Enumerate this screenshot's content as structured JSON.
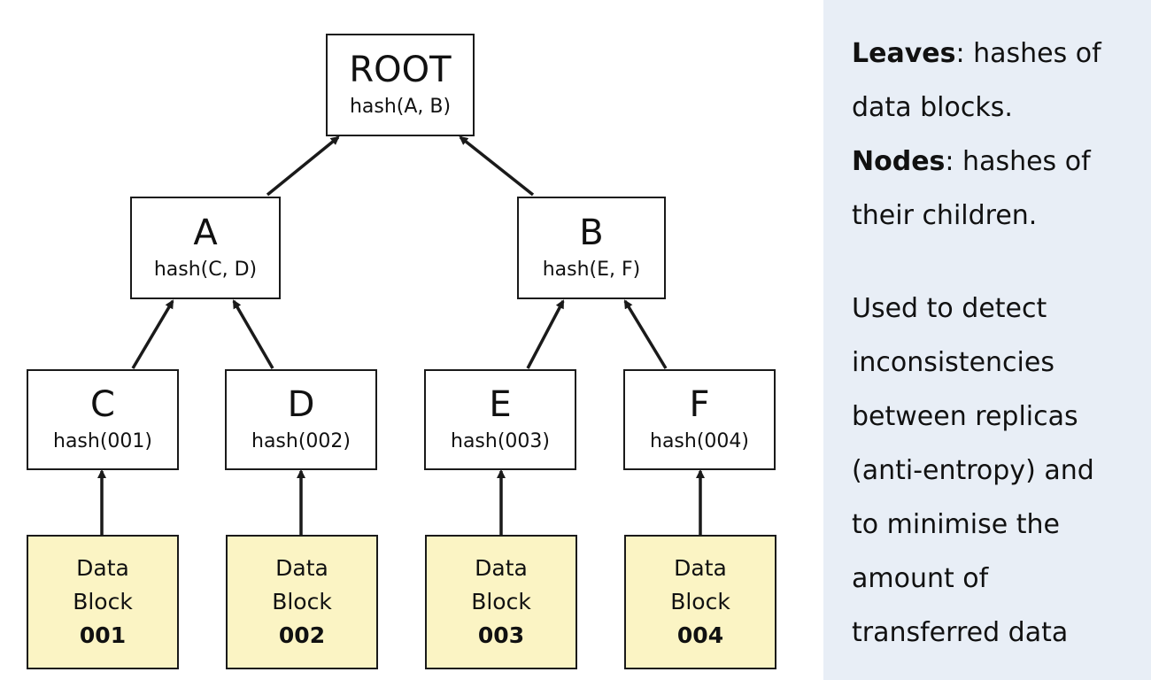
{
  "tree": {
    "root": {
      "title": "ROOT",
      "hash": "hash(A, B)"
    },
    "a": {
      "title": "A",
      "hash": "hash(C, D)"
    },
    "b": {
      "title": "B",
      "hash": "hash(E, F)"
    },
    "c": {
      "title": "C",
      "hash": "hash(001)"
    },
    "d": {
      "title": "D",
      "hash": "hash(002)"
    },
    "e": {
      "title": "E",
      "hash": "hash(003)"
    },
    "f": {
      "title": "F",
      "hash": "hash(004)"
    }
  },
  "blocks": [
    {
      "line1": "Data",
      "line2": "Block",
      "num": "001"
    },
    {
      "line1": "Data",
      "line2": "Block",
      "num": "002"
    },
    {
      "line1": "Data",
      "line2": "Block",
      "num": "003"
    },
    {
      "line1": "Data",
      "line2": "Block",
      "num": "004"
    }
  ],
  "colors": {
    "block_fill": "#fbf4c4",
    "panel_fill": "#e8eef6",
    "stroke": "#1a1a1a"
  },
  "panel": {
    "leaves_term": "Leaves",
    "leaves_line1": ": hashes of",
    "leaves_line2": "data blocks.",
    "nodes_term": "Nodes",
    "nodes_line1": ": hashes of",
    "nodes_line2": "their children.",
    "usage_lines": [
      "Used to detect",
      "inconsistencies",
      "between replicas",
      "(anti-entropy) and",
      "to minimise the",
      "amount of",
      "transferred data"
    ]
  }
}
